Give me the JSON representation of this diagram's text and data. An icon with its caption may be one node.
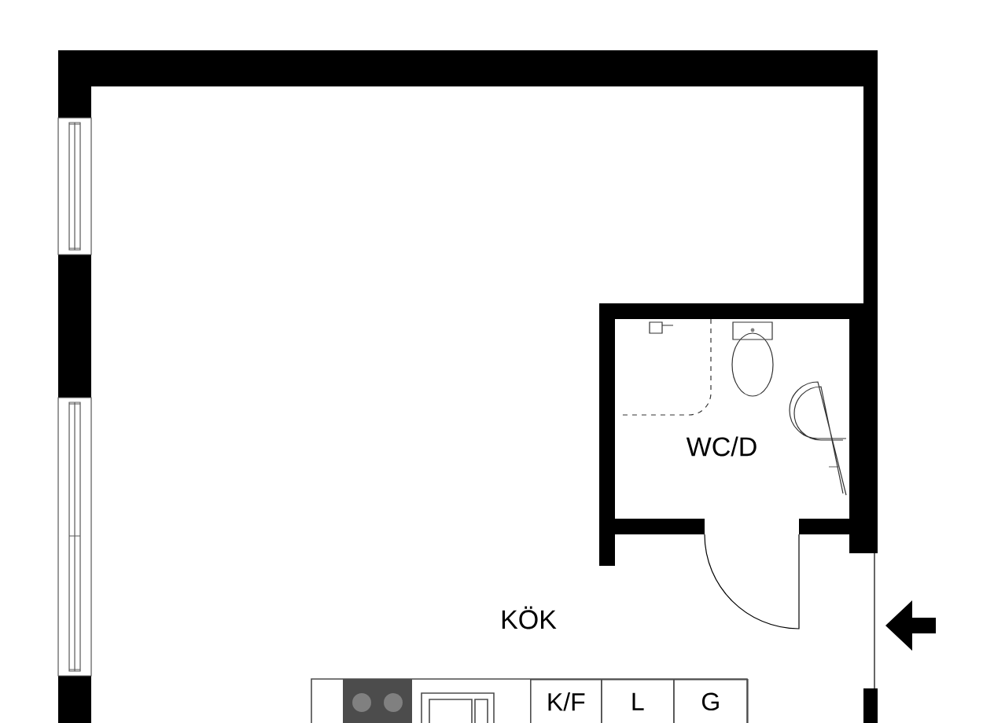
{
  "diagram": {
    "nodes": [
      {
        "text": [
          "K/F"
        ]
      },
      {
        "text": [
          "L"
        ]
      },
      {
        "text": [
          "G"
        ]
      }
    ],
    "edges": [],
    "labels": [
      "WC/D",
      "KÖK"
    ]
  }
}
